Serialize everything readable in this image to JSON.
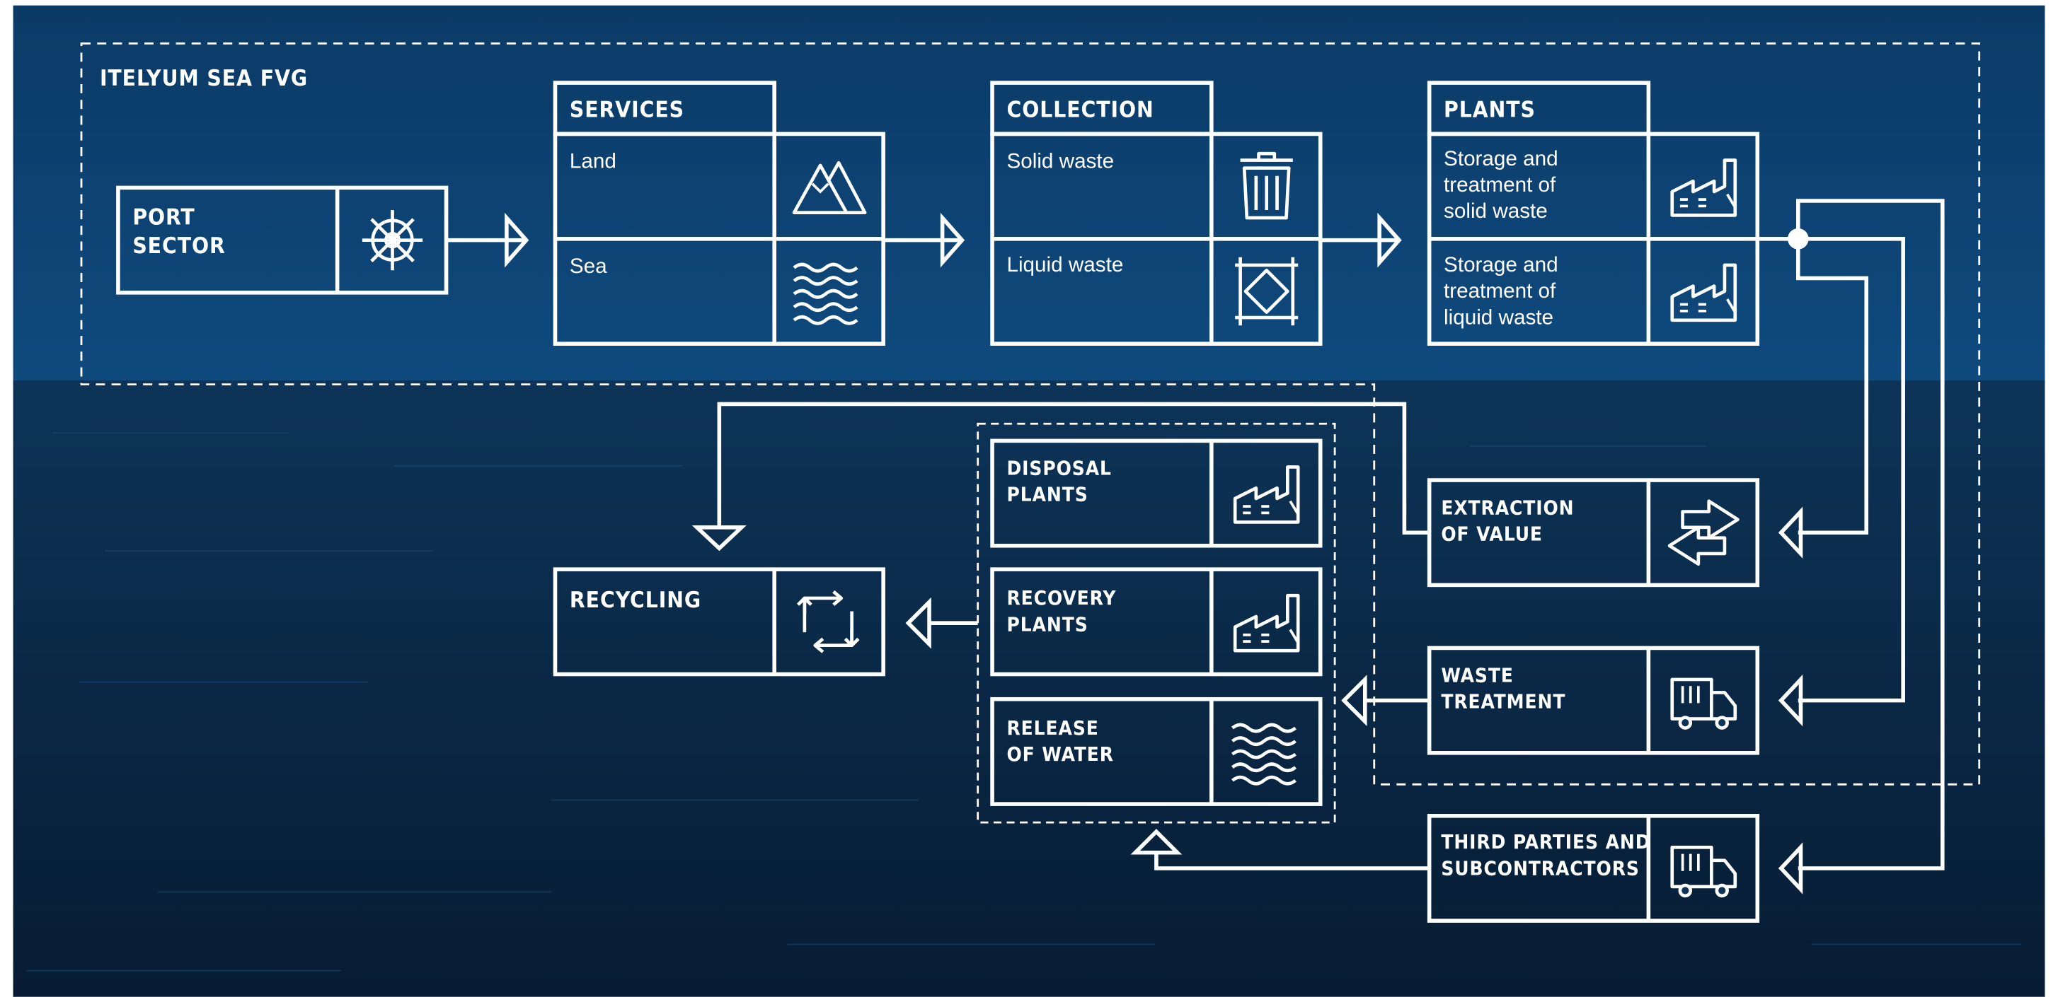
{
  "colors": {
    "sky_top": "#0b3a66",
    "sky_bottom": "#0f4a7e",
    "sea_top": "#0d3458",
    "sea_bottom": "#071c33",
    "line": "#ffffff"
  },
  "diagram": {
    "company_label": "ITELYUM SEA FVG",
    "port_sector": {
      "line1": "PORT",
      "line2": "SECTOR",
      "icon": "ship-wheel-icon"
    },
    "services": {
      "title": "SERVICES",
      "row1": "Land",
      "row2": "Sea",
      "icon1": "mountains-icon",
      "icon2": "waves-icon"
    },
    "collection": {
      "title": "COLLECTION",
      "row1": "Solid waste",
      "row2": "Liquid waste",
      "icon1": "trash-bin-icon",
      "icon2": "liquid-tank-icon"
    },
    "plants": {
      "title": "PLANTS",
      "row1": [
        "Storage and",
        "treatment of",
        "solid waste"
      ],
      "row2": [
        "Storage and",
        "treatment of",
        "liquid waste"
      ],
      "icon": "factory-icon"
    },
    "extraction": {
      "line1": "EXTRACTION",
      "line2": "OF VALUE",
      "icon": "exchange-arrows-icon"
    },
    "waste_treatment": {
      "line1": "WASTE",
      "line2": "TREATMENT",
      "icon": "truck-icon"
    },
    "third_parties": {
      "line1": "THIRD PARTIES AND",
      "line2": "SUBCONTRACTORS",
      "icon": "truck-icon"
    },
    "disposal": {
      "line1": "DISPOSAL",
      "line2": "PLANTS",
      "icon": "factory-icon"
    },
    "recovery": {
      "line1": "RECOVERY",
      "line2": "PLANTS",
      "icon": "factory-icon"
    },
    "release": {
      "line1": "RELEASE",
      "line2": "OF WATER",
      "icon": "waves-icon"
    },
    "recycling": {
      "title": "RECYCLING",
      "icon": "recycle-arrows-icon"
    }
  }
}
